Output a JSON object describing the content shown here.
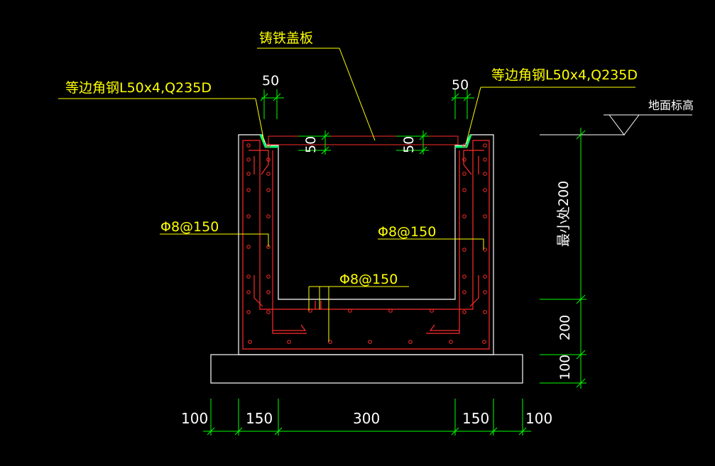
{
  "colors": {
    "background": "#000000",
    "outline": "#ffffff",
    "rebar": "#ff2a2a",
    "leader": "#ffff00",
    "dimension": "#00ff00",
    "angle_steel": "#00ff66"
  },
  "labels": {
    "cover_plate": "铸铁盖板",
    "angle_left": "等边角钢L50x4,Q235D",
    "angle_right": "等边角钢L50x4,Q235D",
    "ground_level": "地面标高",
    "rebar_left": "Φ8@150",
    "rebar_right": "Φ8@150",
    "rebar_bottom": "Φ8@150"
  },
  "dimensions": {
    "top_left": "50",
    "top_right": "50",
    "inner_left": "50",
    "inner_right": "50",
    "right_top": "最小处200",
    "right_mid": "200",
    "right_bottom": "100",
    "bottom": [
      "100",
      "150",
      "300",
      "150",
      "100"
    ]
  }
}
